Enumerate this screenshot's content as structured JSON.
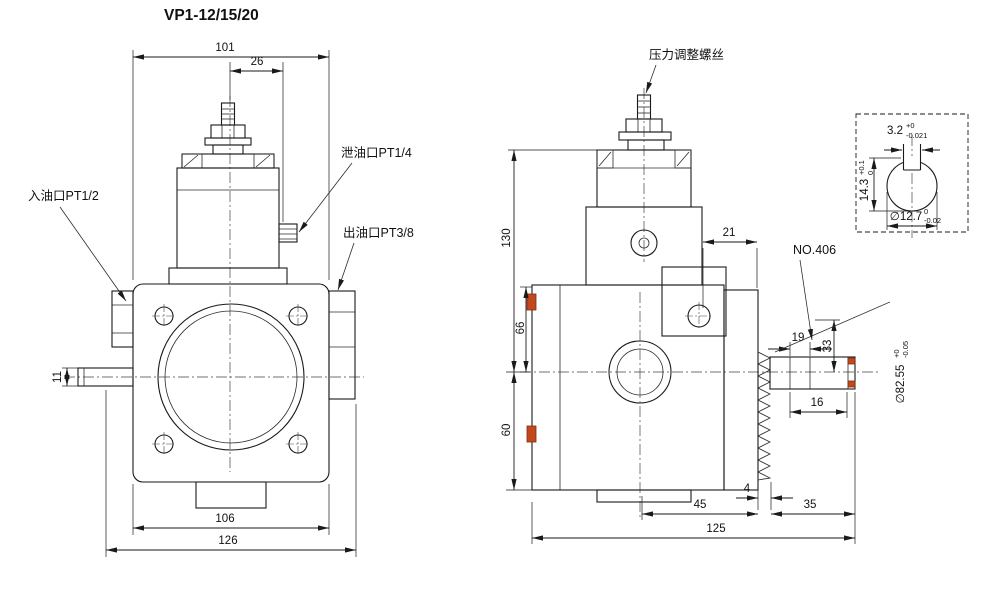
{
  "title": "VP1-12/15/20",
  "front": {
    "label_inlet": "入油口PT1/2",
    "label_drain": "泄油口PT1/4",
    "label_outlet": "出油口PT3/8",
    "dim_101": "101",
    "dim_26": "26",
    "dim_11": "11",
    "dim_106": "106",
    "dim_126": "126"
  },
  "side": {
    "label_pressure_screw": "压力调整螺丝",
    "label_no406": "NO.406",
    "dim_130": "130",
    "dim_66": "66",
    "dim_60": "60",
    "dim_21": "21",
    "dim_19": "19",
    "dim_33": "33",
    "dim_16": "16",
    "dim_4": "4",
    "dim_45": "45",
    "dim_35": "35",
    "dim_125": "125",
    "dia_value": "∅82.55",
    "dia_tol_up": "+0",
    "dia_tol_low": "-0.05"
  },
  "detail": {
    "key_width": "3.2",
    "key_width_tol_up": "+0",
    "key_width_tol_low": "-0.021",
    "key_height": "14.3",
    "key_height_tol_up": "+0.1",
    "key_height_tol_low": "0",
    "shaft_dia": "∅12.7",
    "shaft_dia_tol_up": "0",
    "shaft_dia_tol_low": "-0.02"
  },
  "colors": {
    "line": "#1a1a1a",
    "seal": "#c2491d",
    "background": "#ffffff"
  }
}
